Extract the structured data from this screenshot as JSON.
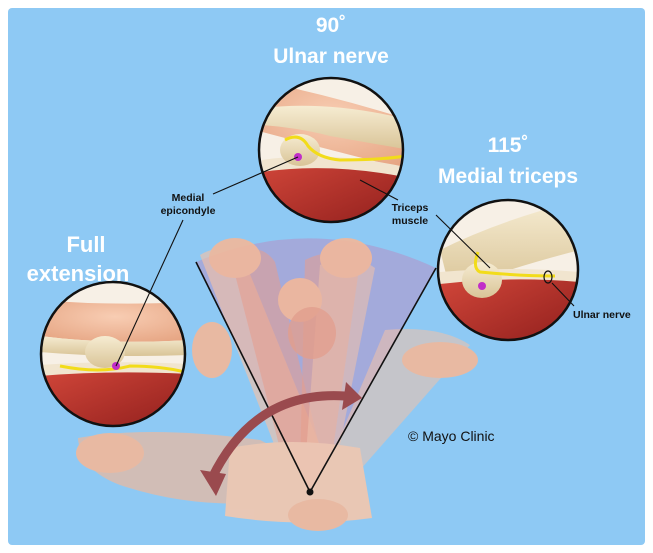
{
  "labels": {
    "top_angle": "90˚",
    "top_name": "Ulnar nerve",
    "right_angle": "115˚",
    "right_name": "Medial triceps",
    "left_line1": "Full",
    "left_line2": "extension",
    "medial_line1": "Medial",
    "medial_line2": "epicondyle",
    "triceps_line1": "Triceps",
    "triceps_line2": "muscle",
    "ulnar_callout": "Ulnar nerve",
    "copyright": "© Mayo Clinic"
  },
  "colors": {
    "background": "#8ec9f4",
    "nerve": "#f2dc1a",
    "epicondyle_marker": "#c12ec8",
    "muscle": "#b8322a",
    "skin": "#f2b89a",
    "bone": "#eee0bc",
    "arrow": "#9a4a4e",
    "range_wedge": "#a8a8d8"
  }
}
